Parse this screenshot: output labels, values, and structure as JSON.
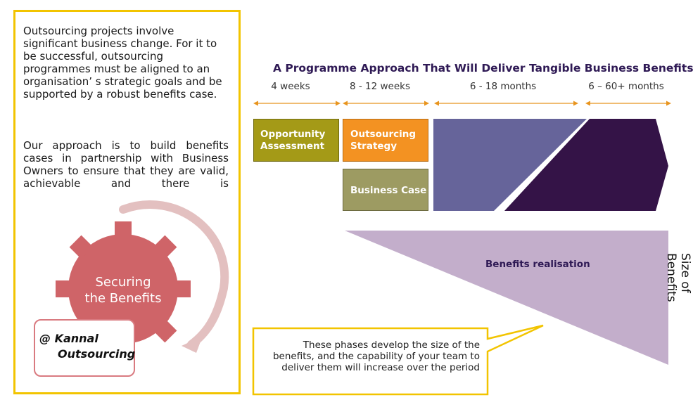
{
  "left_panel": {
    "paragraph1": "Outsourcing projects involve significant business change.  For it to be successful, outsourcing programmes must be aligned to an organisation’ s strategic goals and be supported by a robust benefits case.",
    "paragraph2": "Our approach is to build benefits cases in partnership with Business Owners to ensure that they are valid, achievable and there is",
    "gear_line1": "Securing",
    "gear_line2": "the Benefits",
    "signature_line1": "@ Kannal",
    "signature_line2": "Outsourcing"
  },
  "diagram": {
    "title": "A Programme Approach That Will Deliver Tangible Business Benefits",
    "periods": [
      "4 weeks",
      "8 - 12 weeks",
      "6 - 18 months",
      "6 – 60+  months"
    ],
    "phases": {
      "opportunity_line1": "Opportunity",
      "opportunity_line2": "Assessment",
      "strategy_line1": "Outsourcing",
      "strategy_line2": "Strategy",
      "business_case": "Business Case"
    },
    "benefits_label": "Benefits realisation",
    "callout": "These phases develop the size of the benefits, and the capability of your team to deliver them will increase over the period",
    "size_label": "Size of Benefits"
  },
  "colors": {
    "accent_border": "#f2c400",
    "opportunity": "#a49a17",
    "strategy": "#f39222",
    "business_case": "#9d9b62",
    "phase_mid": "#66649a",
    "phase_late": "#341347",
    "benefits_wedge": "#c3aecb",
    "gear": "#cf6468",
    "arc": "#e3c0c0",
    "arrow": "#e8951f"
  }
}
